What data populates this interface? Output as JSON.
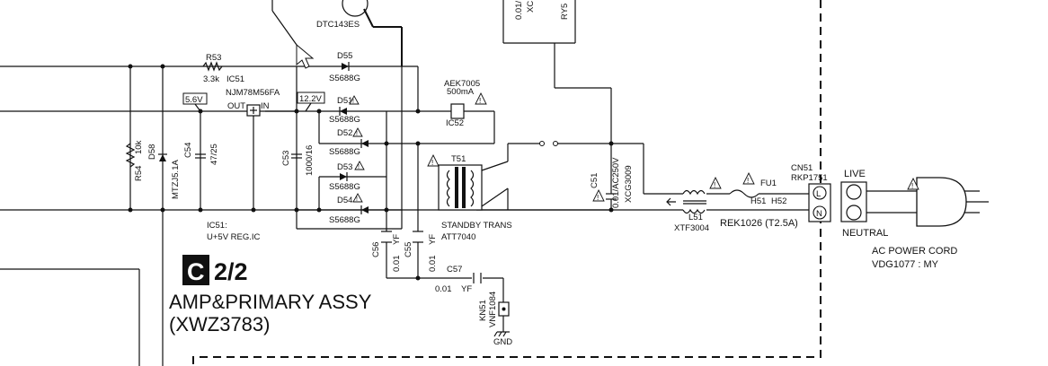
{
  "labels": {
    "dtc143es": "DTC143ES",
    "r53": "R53",
    "r53_val": "3.3k",
    "ic51": "IC51",
    "ic51_part": "NJM78M56FA",
    "out": "OUT",
    "in": "IN",
    "v56": "5.6V",
    "v122": "12.2V",
    "d55": "D55",
    "d55_part": "S5688G",
    "d51": "D51",
    "d51_part": "S5688G",
    "d52": "D52",
    "d52_part": "S5688G",
    "d53": "D53",
    "d53_part": "S5688G",
    "d54": "D54",
    "d54_part": "S5688G",
    "aek": "AEK7005",
    "aek_rating": "500mA",
    "ic52": "IC52",
    "t51": "T51",
    "standby": "STANDBY TRANS",
    "att": "ATT7040",
    "c51": "C51",
    "c51_val": "0.01/AC250V",
    "c51_part": "XCG3009",
    "l51": "L51",
    "l51_part": "XTF3004",
    "fu1": "FU1",
    "h51": "H51",
    "h52": "H52",
    "rek": "REK1026 (T2.5A)",
    "cn51": "CN51",
    "cn51_part": "RKP1751",
    "pin_l": "L",
    "pin_n": "N",
    "live": "LIVE",
    "neutral": "NEUTRAL",
    "ac_cord": "AC POWER CORD",
    "ac_cord_part": "VDG1077 : MY",
    "r54": "R54",
    "r54_val": "10k",
    "d58": "D58",
    "d58_part": "MTZJ5.1A",
    "c54": "C54",
    "c54_val": "47/25",
    "c53": "C53",
    "c53_val": "1000/16",
    "ic51_desc": "IC51:",
    "ic51_func": "U+5V REG.IC",
    "c56": "C56",
    "c56_val": "0.01",
    "c56_type": "YF",
    "c55": "C55",
    "c55_val": "0.01",
    "c55_type": "YF",
    "c57": "C57",
    "c57_val": "0.01",
    "c57_type": "YF",
    "kn51": "KN51",
    "kn51_part": "VNF1084",
    "gnd": "GND",
    "ry5_partial": "RY5",
    "partial_a": "0.01/",
    "partial_b": "XC",
    "section_letter": "C",
    "section_num": "2/2",
    "assy_name": "AMP&PRIMARY ASSY",
    "assy_code": "(XWZ3783)",
    "warn": "!"
  }
}
